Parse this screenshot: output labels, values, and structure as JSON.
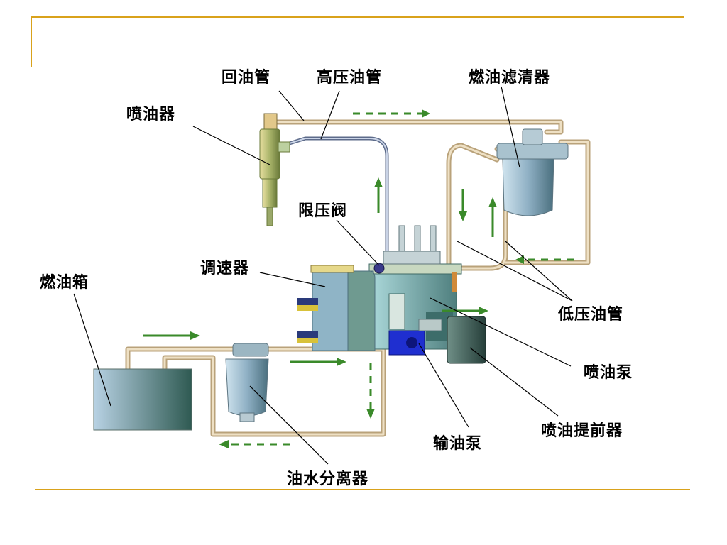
{
  "labels": {
    "return_pipe": "回油管",
    "high_pressure_pipe": "高压油管",
    "fuel_filter": "燃油滤清器",
    "injector": "喷油器",
    "pressure_limit_valve": "限压阀",
    "governor": "调速器",
    "fuel_tank": "燃油箱",
    "low_pressure_pipe": "低压油管",
    "injection_pump": "喷油泵",
    "feed_pump": "输油泵",
    "injection_advancer": "喷油提前器",
    "water_separator": "油水分离器"
  },
  "colors": {
    "accent_line": "#d9a21b",
    "arrow": "#3a8a2a",
    "pipe": "#d9c4a0",
    "metal": "#9ab8c8"
  }
}
